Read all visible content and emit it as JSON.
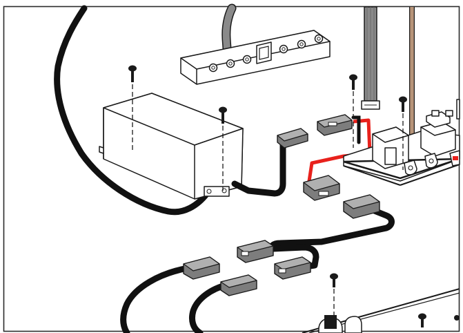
{
  "diagram": {
    "parts": [
      "control-panel",
      "power-box",
      "circuit-board",
      "wire-harness",
      "connectors",
      "screws"
    ]
  },
  "colors": {
    "outline": "#1a1a1a",
    "wire": "#111111",
    "highlight_wire": "#e8211c",
    "ribbon_cable": "#8a8a8a",
    "connector_fill": "#7d7d7d",
    "tan_wire": "#b8957a",
    "part_fill": "#ffffff",
    "frame": "#2a2a2a"
  }
}
